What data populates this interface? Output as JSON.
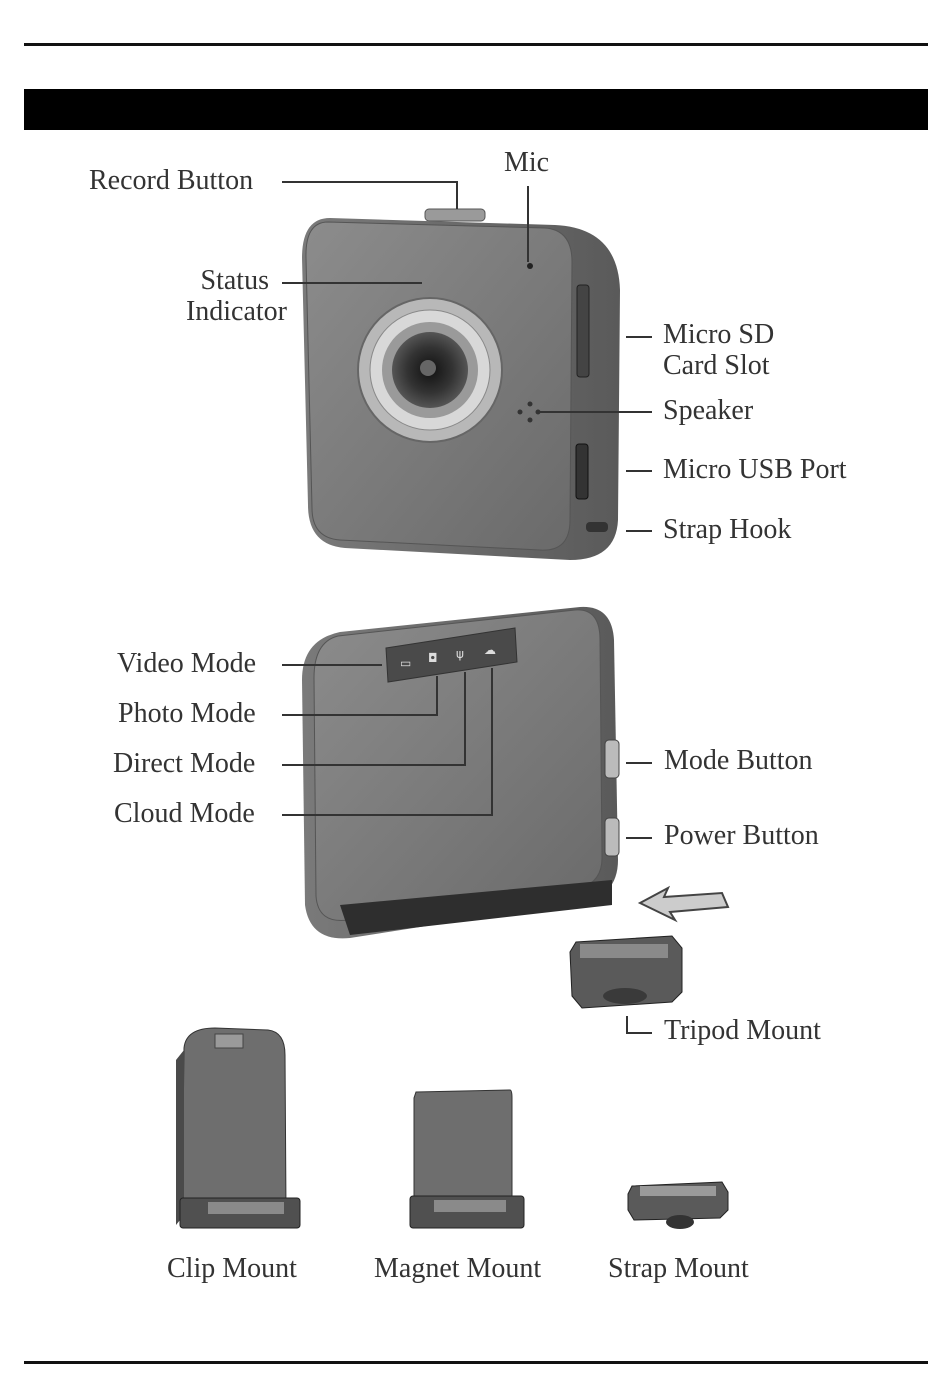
{
  "colors": {
    "rule": "#111111",
    "bar": "#000000",
    "body": "#7a7a7a",
    "text": "#333333"
  },
  "top_camera": {
    "labels": {
      "record_button": "Record Button",
      "mic": "Mic",
      "status_indicator_1": "Status",
      "status_indicator_2": "Indicator",
      "micro_sd_1": "Micro SD",
      "micro_sd_2": "Card Slot",
      "speaker": "Speaker",
      "micro_usb": "Micro USB Port",
      "strap_hook": "Strap Hook"
    }
  },
  "back_camera": {
    "labels": {
      "video_mode": "Video Mode",
      "photo_mode": "Photo Mode",
      "direct_mode": "Direct Mode",
      "cloud_mode": "Cloud Mode",
      "mode_button": "Mode Button",
      "power_button": "Power Button",
      "tripod_mount": "Tripod Mount"
    }
  },
  "mounts": {
    "clip": "Clip Mount",
    "magnet": "Magnet Mount",
    "strap": "Strap Mount"
  }
}
